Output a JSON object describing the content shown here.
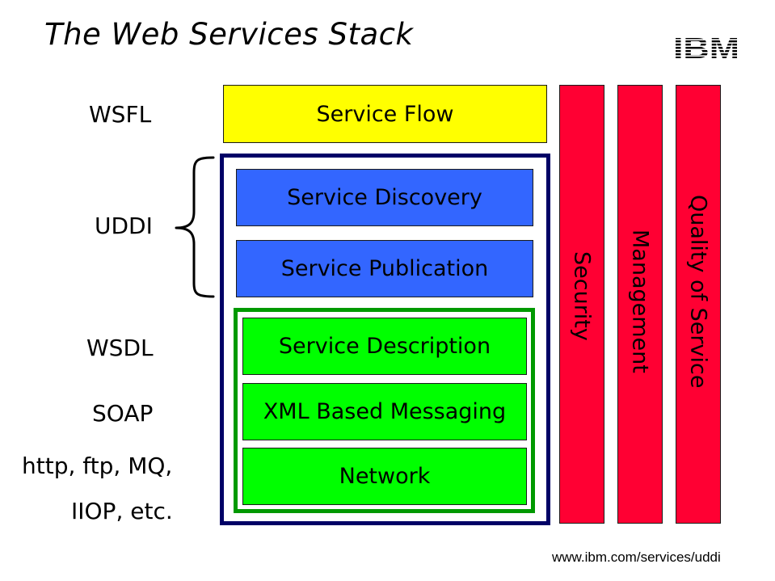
{
  "title": "The Web Services Stack",
  "logo": "IBM",
  "labels": {
    "wsfl": "WSFL",
    "uddi": "UDDI",
    "wsdl": "WSDL",
    "soap": "SOAP",
    "transports_line1": "http, ftp, MQ,",
    "transports_line2": "IIOP, etc."
  },
  "layers": {
    "service_flow": "Service Flow",
    "service_discovery": "Service Discovery",
    "service_publication": "Service Publication",
    "service_description": "Service Description",
    "xml_messaging": "XML Based Messaging",
    "network": "Network"
  },
  "pillars": {
    "security": "Security",
    "management": "Management",
    "quality_of_service": "Quality of Service"
  },
  "footer": {
    "url": "www.ibm.com/services/uddi"
  },
  "colors": {
    "flow": "#ffff00",
    "discovery": "#3366ff",
    "core": "#00ff00",
    "pillars": "#ff0033",
    "outer_frame": "#000066",
    "inner_frame": "#009900"
  }
}
